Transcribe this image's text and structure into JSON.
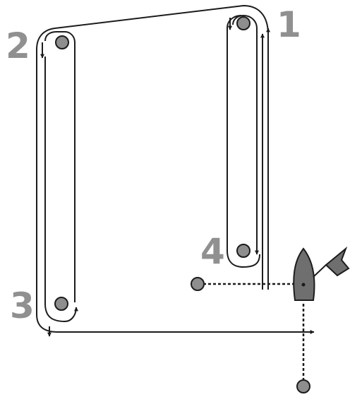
{
  "marks": [
    {
      "number": "1"
    },
    {
      "number": "2"
    },
    {
      "number": "3"
    },
    {
      "number": "4"
    }
  ],
  "colors": {
    "course_line": "#1c1c1c",
    "buoy_fill": "#8e8e8e",
    "label_gray": "#909090",
    "boat_fill": "#6f6f6f",
    "flag_fill": "#6f6f6f"
  },
  "icons": {
    "buoy": "round-mark-buoy-icon",
    "boat": "committee-boat-icon",
    "flag": "race-flag-icon"
  }
}
